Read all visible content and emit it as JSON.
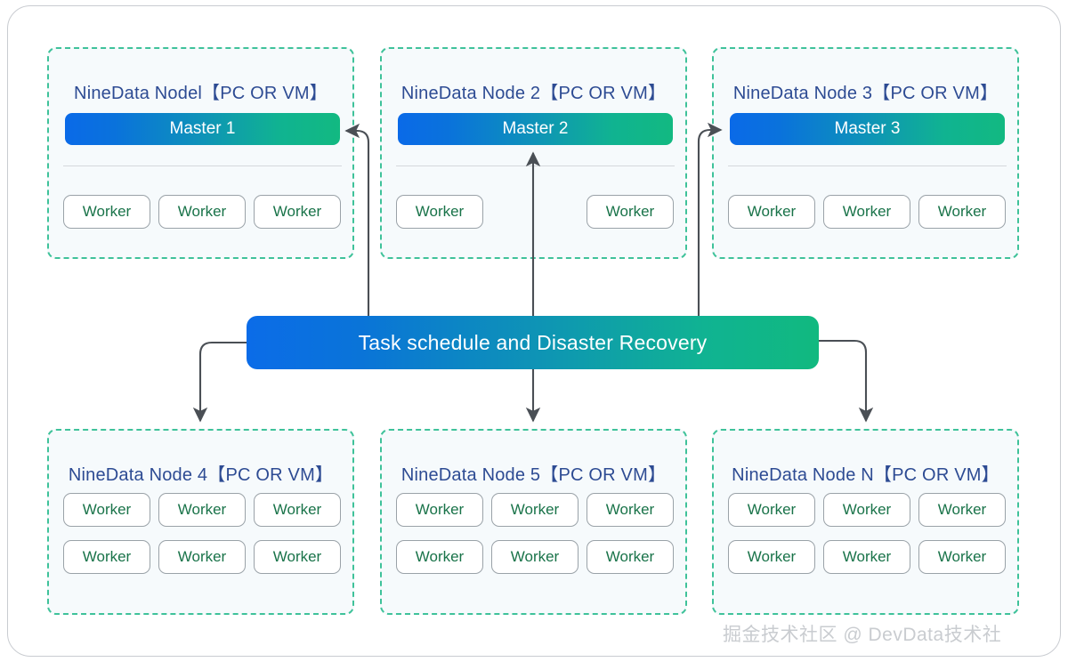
{
  "diagram": {
    "title_text_color": "#2d4b93",
    "accent_gradient_from": "#0b6ce8",
    "accent_gradient_to": "#12b981",
    "node_border_color": "#3fc29a",
    "worker_text_color": "#197349",
    "scheduler": {
      "label": "Task schedule and Disaster Recovery"
    },
    "top_nodes": [
      {
        "title": "NineData Nodel【PC OR VM】",
        "master": "Master 1",
        "workers": [
          "Worker",
          "Worker",
          "Worker"
        ]
      },
      {
        "title": "NineData Node 2【PC OR VM】",
        "master": "Master 2",
        "workers": [
          "Worker",
          "Worker"
        ]
      },
      {
        "title": "NineData Node 3【PC OR VM】",
        "master": "Master 3",
        "workers": [
          "Worker",
          "Worker",
          "Worker"
        ]
      }
    ],
    "bottom_nodes": [
      {
        "title": "NineData Node 4【PC OR VM】",
        "workers_row1": [
          "Worker",
          "Worker",
          "Worker"
        ],
        "workers_row2": [
          "Worker",
          "Worker",
          "Worker"
        ]
      },
      {
        "title": "NineData Node 5【PC OR VM】",
        "workers_row1": [
          "Worker",
          "Worker",
          "Worker"
        ],
        "workers_row2": [
          "Worker",
          "Worker",
          "Worker"
        ]
      },
      {
        "title": "NineData Node N【PC OR VM】",
        "workers_row1": [
          "Worker",
          "Worker",
          "Worker"
        ],
        "workers_row2": [
          "Worker",
          "Worker",
          "Worker"
        ]
      }
    ],
    "watermark": "掘金技术社区 @ DevData技术社"
  }
}
